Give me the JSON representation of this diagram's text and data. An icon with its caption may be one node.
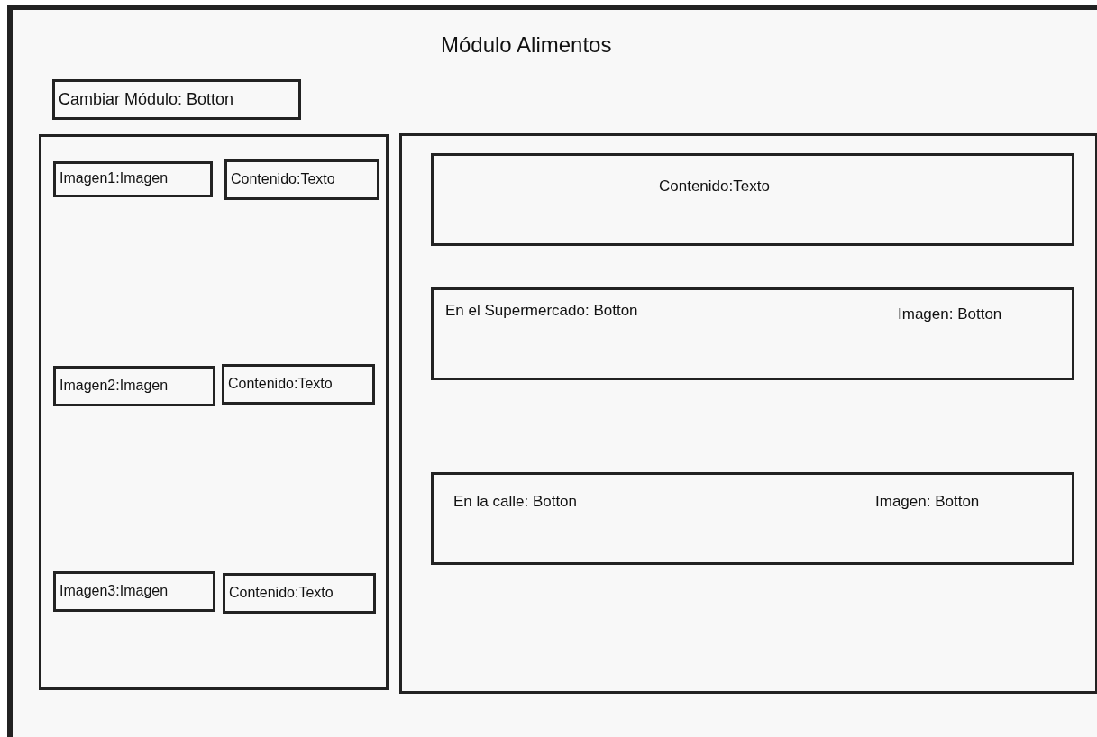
{
  "diagram": {
    "nodes": [
      {
        "text": [
          "Módulo Alimentos"
        ]
      },
      {
        "text": [
          "Cambiar Módulo: Botton"
        ],
        "in": 0
      },
      {
        "text": [],
        "shape": "box",
        "in": 0
      },
      {
        "text": [
          "Imagen1:Imagen"
        ],
        "in": 2
      },
      {
        "text": [
          "Contenido:Texto"
        ],
        "in": 2
      },
      {
        "text": [
          "Imagen2:Imagen"
        ],
        "in": 2
      },
      {
        "text": [
          "Contenido:Texto"
        ],
        "in": 2
      },
      {
        "text": [
          "Imagen3:Imagen"
        ],
        "in": 2
      },
      {
        "text": [
          "Contenido:Texto"
        ],
        "in": 2
      },
      {
        "text": [],
        "shape": "box",
        "in": 0
      },
      {
        "text": [
          "Contenido:Texto"
        ],
        "in": 9
      },
      {
        "text": [
          "En el Supermercado: Botton",
          "Imagen: Botton"
        ],
        "in": 9
      },
      {
        "text": [
          "En la calle: Botton",
          "Imagen: Botton"
        ],
        "in": 9
      }
    ],
    "edges": []
  }
}
